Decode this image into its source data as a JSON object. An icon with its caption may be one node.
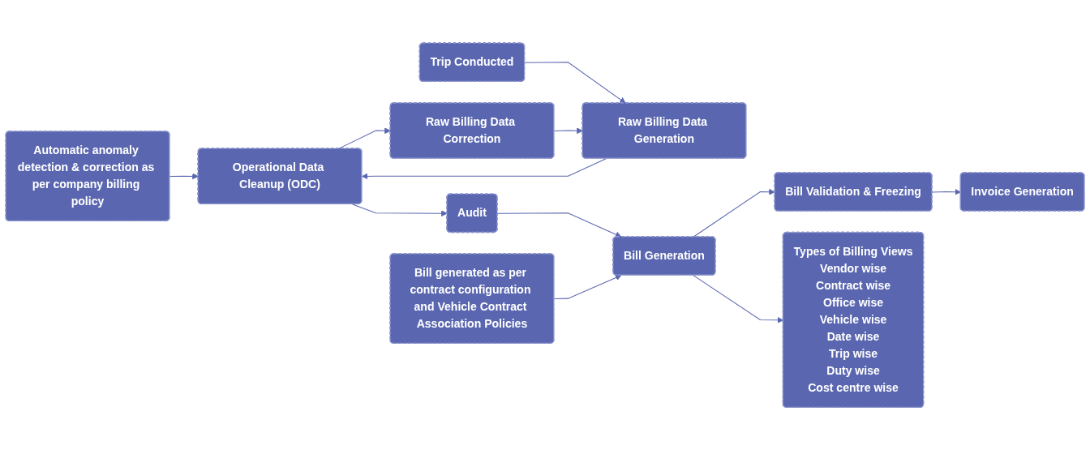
{
  "diagram": {
    "nodes": [
      {
        "text": [
          "Trip Conducted"
        ]
      },
      {
        "text": [
          "Raw Billing Data Generation"
        ]
      },
      {
        "text": [
          "Automatic anomaly detection & correction as per company billing policy"
        ]
      },
      {
        "text": [
          "Operational Data Cleanup (ODC)"
        ]
      },
      {
        "text": [
          "Raw Billing Data Correction"
        ]
      },
      {
        "text": [
          "Audit"
        ]
      },
      {
        "text": [
          "Bill generated as per contract configuration and Vehicle Contract Association Policies"
        ]
      },
      {
        "text": [
          "Bill Generation"
        ]
      },
      {
        "text": [
          "Bill Validation & Freezing"
        ]
      },
      {
        "text": [
          "Invoice Generation"
        ]
      },
      {
        "text": [
          "Types of Billing Views",
          "Vendor wise",
          "Contract wise",
          "Office wise",
          "Vehicle wise",
          "Date wise",
          "Trip wise",
          "Duty wise",
          "Cost centre wise"
        ]
      }
    ],
    "edges": [
      {
        "from": 0,
        "to": 1,
        "arrow": "to"
      },
      {
        "from": 1,
        "to": 3,
        "arrow": "to"
      },
      {
        "from": 2,
        "to": 3,
        "arrow": "to"
      },
      {
        "from": 3,
        "to": 4,
        "arrow": "to"
      },
      {
        "from": 4,
        "to": 1,
        "arrow": "to"
      },
      {
        "from": 3,
        "to": 5,
        "arrow": "to"
      },
      {
        "from": 5,
        "to": 7,
        "arrow": "to"
      },
      {
        "from": 6,
        "to": 7,
        "arrow": "to"
      },
      {
        "from": 7,
        "to": 8,
        "arrow": "to"
      },
      {
        "from": 8,
        "to": 9,
        "arrow": "to"
      },
      {
        "from": 7,
        "to": 10,
        "arrow": "to"
      }
    ]
  }
}
